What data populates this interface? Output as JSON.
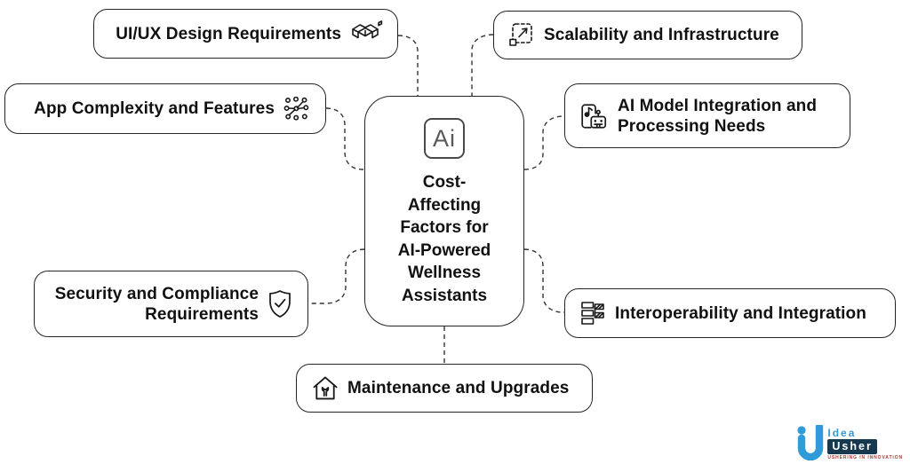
{
  "center": {
    "badge_text": "Ai",
    "title": "Cost-Affecting Factors for AI-Powered Wellness Assistants",
    "title_lines": [
      "Cost-",
      "Affecting",
      "Factors for",
      "AI-Powered",
      "Wellness",
      "Assistants"
    ]
  },
  "nodes": [
    {
      "id": "uiux",
      "label": "UI/UX Design Requirements",
      "icon": "isometric-m-icon",
      "icon_side": "right"
    },
    {
      "id": "app-complexity",
      "label": "App Complexity and Features",
      "icon": "network-graph-icon",
      "icon_side": "right"
    },
    {
      "id": "security",
      "label": "Security and Compliance Requirements",
      "icon": "shield-check-icon",
      "icon_side": "right"
    },
    {
      "id": "scalability",
      "label": "Scalability and Infrastructure",
      "icon": "expand-arrow-icon",
      "icon_side": "left"
    },
    {
      "id": "ai-model",
      "label": "AI Model Integration and Processing Needs",
      "icon": "robot-device-icon",
      "icon_side": "left"
    },
    {
      "id": "interoperability",
      "label": "Interoperability and Integration",
      "icon": "layers-stack-icon",
      "icon_side": "left"
    },
    {
      "id": "maintenance",
      "label": "Maintenance and Upgrades",
      "icon": "house-wrench-icon",
      "icon_side": "left"
    }
  ],
  "logo": {
    "brand_top": "Idea",
    "brand_bottom": "Usher",
    "tagline": "USHERING IN INNOVATION",
    "accent_blue": "#2f9bd9",
    "navy": "#16394f",
    "tagline_color": "#a8392e"
  },
  "colors": {
    "background": "#ffffff",
    "box_border": "#252525",
    "text": "#111111",
    "connector": "#333333"
  }
}
